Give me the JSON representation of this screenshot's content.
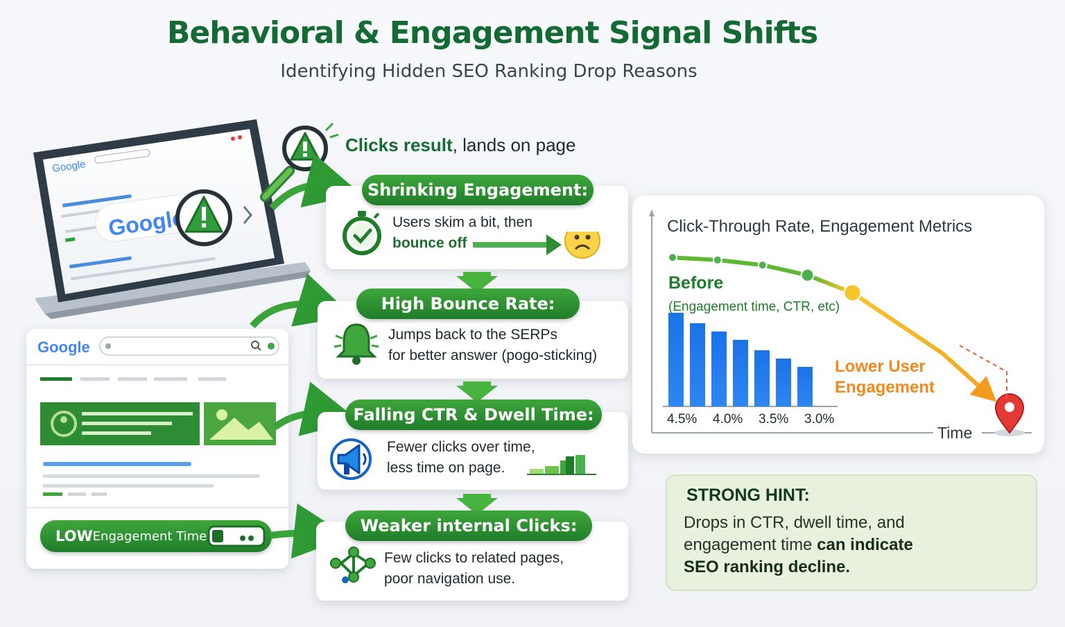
{
  "header": {
    "title": "Behavioral & Engagement Signal Shifts",
    "subtitle": "Identifying Hidden SEO Ranking Drop Reasons"
  },
  "intro": {
    "bold": "Clicks result",
    "rest": ", lands on page"
  },
  "brand": {
    "logo_text": "Google"
  },
  "steps": [
    {
      "title": "Shrinking Engagement:",
      "line1": "Users skim a bit, then",
      "line2": "bounce off",
      "icon": "stopwatch-icon"
    },
    {
      "title": "High Bounce Rate:",
      "line1": "Jumps back to the SERPs",
      "line2": "for better answer (pogo-sticking)",
      "icon": "bell-icon"
    },
    {
      "title": "Falling CTR & Dwell Time:",
      "line1": "Fewer clicks over time,",
      "line2": "less time on page.",
      "icon": "megaphone-icon"
    },
    {
      "title": "Weaker internal Clicks:",
      "line1": "Few clicks to related pages,",
      "line2": "poor navigation use.",
      "icon": "network-icon"
    }
  ],
  "low_engagement": {
    "bold": "LOW",
    "rest": " Engagement Time"
  },
  "chart_data": {
    "type": "bar",
    "title": "Click-Through Rate, Engagement Metrics",
    "legend_before": "Before",
    "legend_before_sub": "(Engagement time, CTR, etc)",
    "annotation": [
      "Lower User",
      "Engagement"
    ],
    "xlabel": "Time",
    "tick_labels": [
      "4.5%",
      "4.0%",
      "3.5%",
      "3.0%"
    ],
    "bar_values": [
      4.5,
      4.0,
      3.6,
      3.2,
      2.7,
      2.3,
      1.9
    ],
    "ylim": [
      0,
      5
    ],
    "trend_values": [
      4.9,
      4.85,
      4.75,
      4.55,
      4.2,
      3.6,
      3.0,
      2.2
    ]
  },
  "colors": {
    "primary_green": "#1f7d2a",
    "title_green": "#136a33",
    "bar_blue": "#1a73e8",
    "trend_orange": "#f5a623"
  },
  "hint": {
    "title": "STRONG HINT:",
    "line1": "Drops in CTR, dwell time, and",
    "line2_a": "engagement time ",
    "line2_b": "can indicate",
    "line3": "SEO ranking decline."
  }
}
